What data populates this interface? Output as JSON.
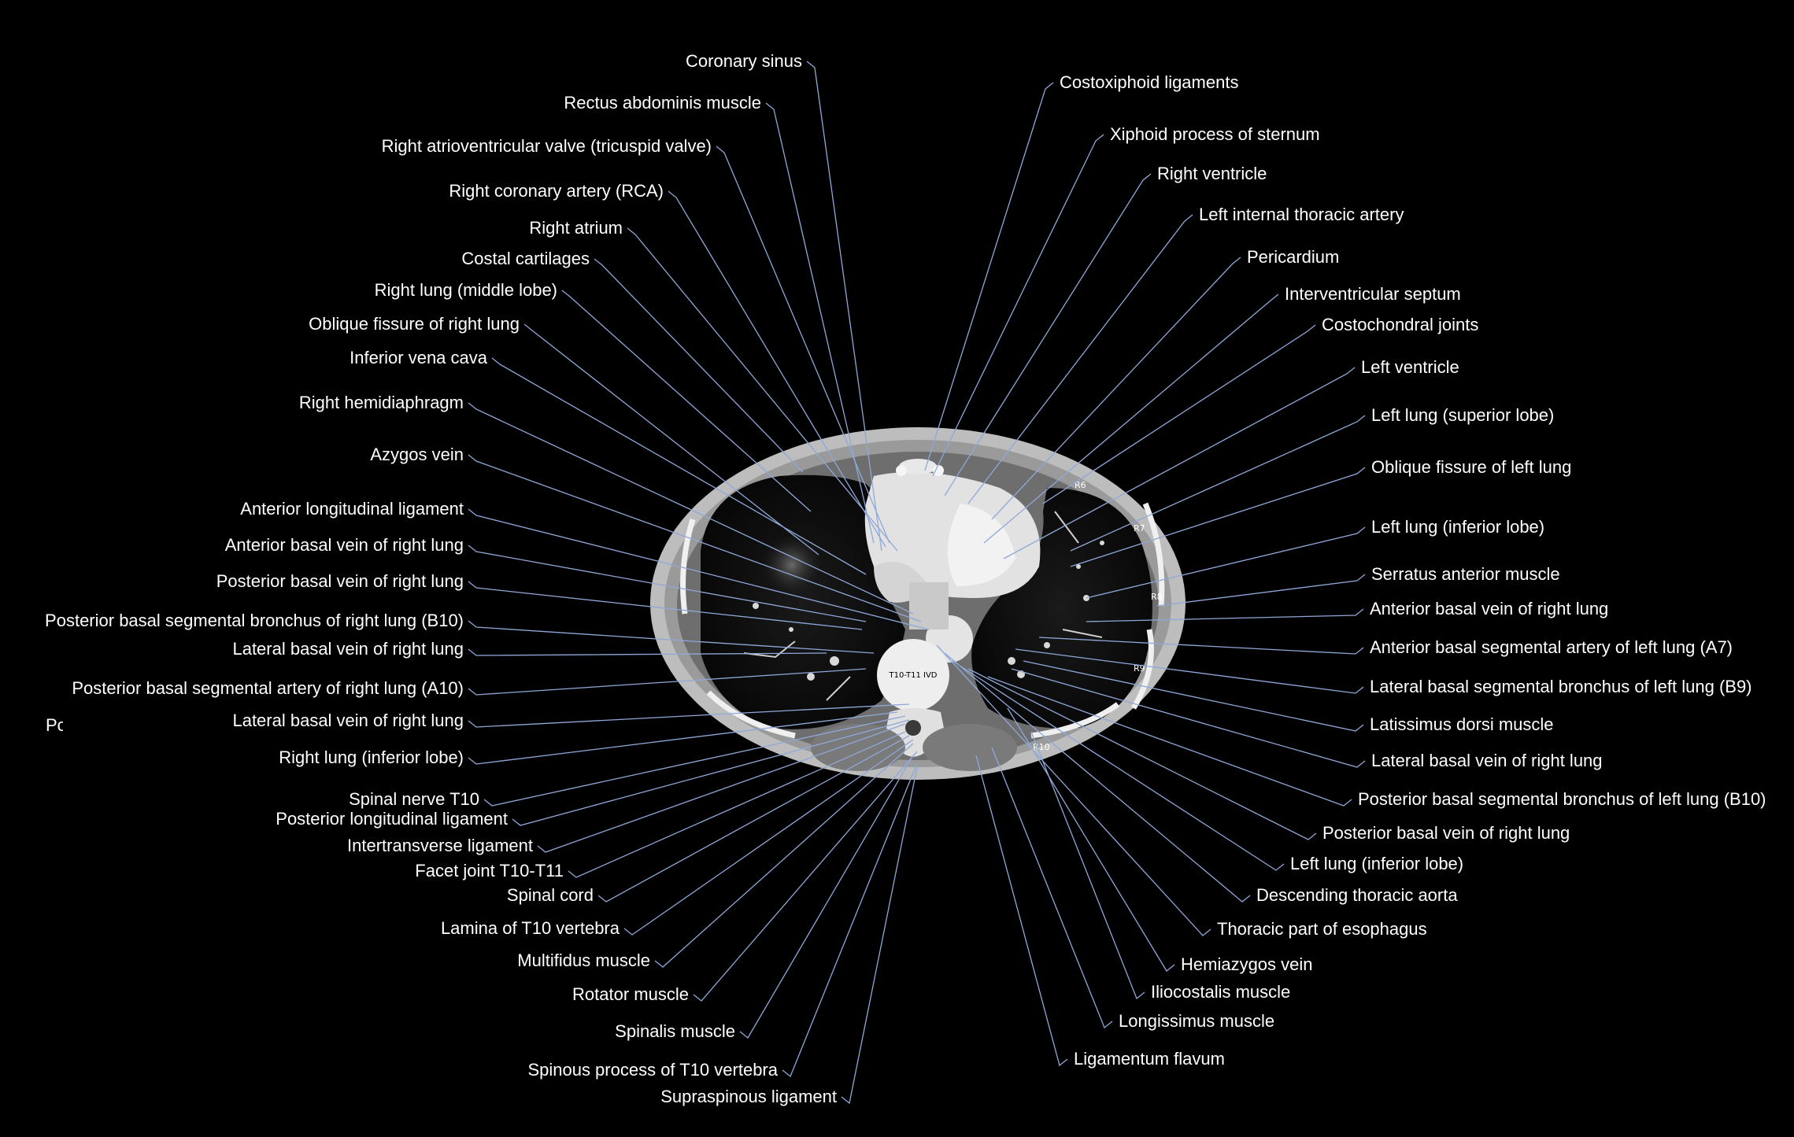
{
  "labels_left": [
    "Coronary sinus",
    "Rectus abdominis muscle",
    "Right atrioventricular valve (tricuspid valve)",
    "Right coronary artery (RCA)",
    "Right atrium",
    "Costal cartilages",
    "Right lung (middle lobe)",
    "Oblique fissure of right lung",
    "Inferior vena cava",
    "Right hemidiaphragm",
    "Azygos vein",
    "Anterior longitudinal ligament",
    "Anterior basal vein of right lung",
    "Posterior basal vein of right lung",
    "Posterior basal segmental bronchus of right lung (B10)",
    "Lateral basal vein of right lung",
    "Posterior basal segmental artery of right lung (A10)",
    "Lateral basal vein of right lung",
    "Right lung (inferior lobe)",
    "Spinal nerve T10",
    "Posterior longitudinal ligament",
    "Intertransverse ligament",
    "Facet joint T10-T11",
    "Spinal cord",
    "Lamina of T10 vertebra",
    "Multifidus muscle",
    "Rotator muscle",
    "Spinalis muscle",
    "Spinous process of T10 vertebra",
    "Supraspinous ligament"
  ],
  "labels_right": [
    "Costoxiphoid ligaments",
    "Xiphoid process of sternum",
    "Right ventricle",
    "Left internal thoracic artery",
    "Pericardium",
    "Interventricular septum",
    "Costochondral joints",
    "Left ventricle",
    "Left lung (superior lobe)",
    "Oblique fissure of left lung",
    "Left lung (inferior lobe)",
    "Serratus anterior muscle",
    "Anterior basal vein of right lung",
    "Anterior basal segmental artery of left lung (A7)",
    "Lateral basal segmental bronchus of left lung (B9)",
    "Latissimus dorsi muscle",
    "Lateral basal vein of right lung",
    "Posterior basal segmental bronchus of left lung (B10)",
    "Posterior basal vein of right lung",
    "Left lung (inferior lobe)",
    "Descending thoracic aorta",
    "Thoracic part of esophagus",
    "Hemiazygos vein",
    "Iliocostalis muscle",
    "Longissimus muscle",
    "Ligamentum flavum"
  ],
  "vertebra_tag": "T10-T11 IVD",
  "rib_tags": [
    "R6",
    "R7",
    "R8",
    "R9",
    "R10"
  ],
  "stray_text": "Po",
  "colors": {
    "leader": "#8fa8d8",
    "text": "#ffffff",
    "background": "#000000"
  }
}
